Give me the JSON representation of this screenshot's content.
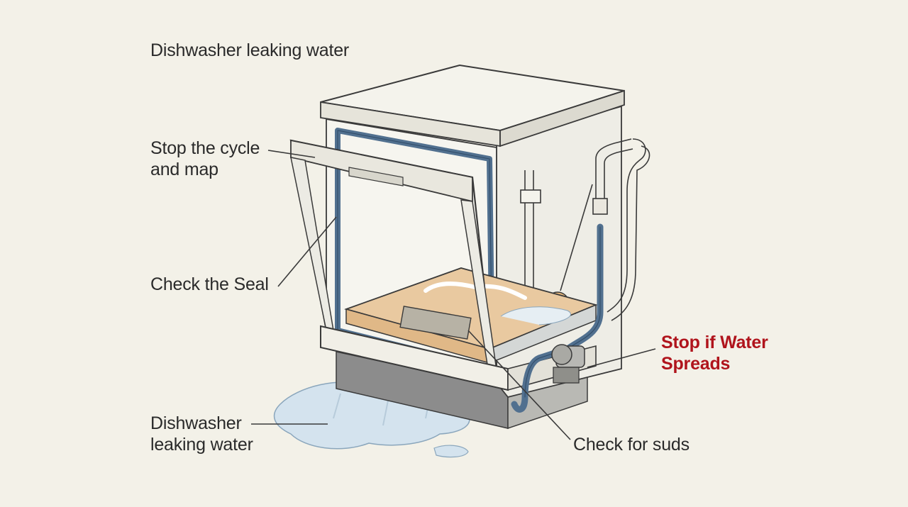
{
  "title": "Dishwasher leaking water",
  "labels": {
    "stop_cycle": "Stop the cycle\n and map",
    "check_seal": "Check the Seal",
    "leaking_water": "Dishwasher\nleaking water",
    "check_suds": "Check for suds",
    "stop_water": "Stop if Water\nSpreads"
  },
  "colors": {
    "background": "#f3f1e8",
    "outline": "#3a3a3a",
    "seal": "#51708f",
    "tub_water": "#e9c9a0",
    "puddle": "#d4e3ee",
    "warning": "#b0141c"
  }
}
